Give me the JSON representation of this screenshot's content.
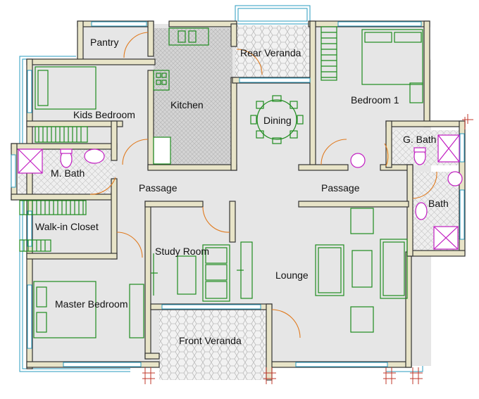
{
  "rooms": {
    "pantry": "Pantry",
    "rear_veranda": "Rear Veranda",
    "kitchen": "Kitchen",
    "kids_bedroom": "Kids Bedroom",
    "dining": "Dining",
    "bedroom_1": "Bedroom 1",
    "g_bath": "G. Bath",
    "m_bath": "M. Bath",
    "passage_left": "Passage",
    "passage_right": "Passage",
    "bath": "Bath",
    "walk_in_closet": "Walk-in Closet",
    "study_room": "Study Room",
    "lounge": "Lounge",
    "master_bedroom": "Master Bedroom",
    "front_veranda": "Front Veranda"
  },
  "colors": {
    "wall_fill": "#e8e4c8",
    "wall_stroke": "#333333",
    "floor": "#e6e6e6",
    "tile": "#bcbcbc",
    "furniture": "#1e8b1e",
    "sanitary": "#c21ec2",
    "door_swing": "#e07a1e",
    "window": "#2a9bbf",
    "dimension_mark": "#c0392b"
  }
}
